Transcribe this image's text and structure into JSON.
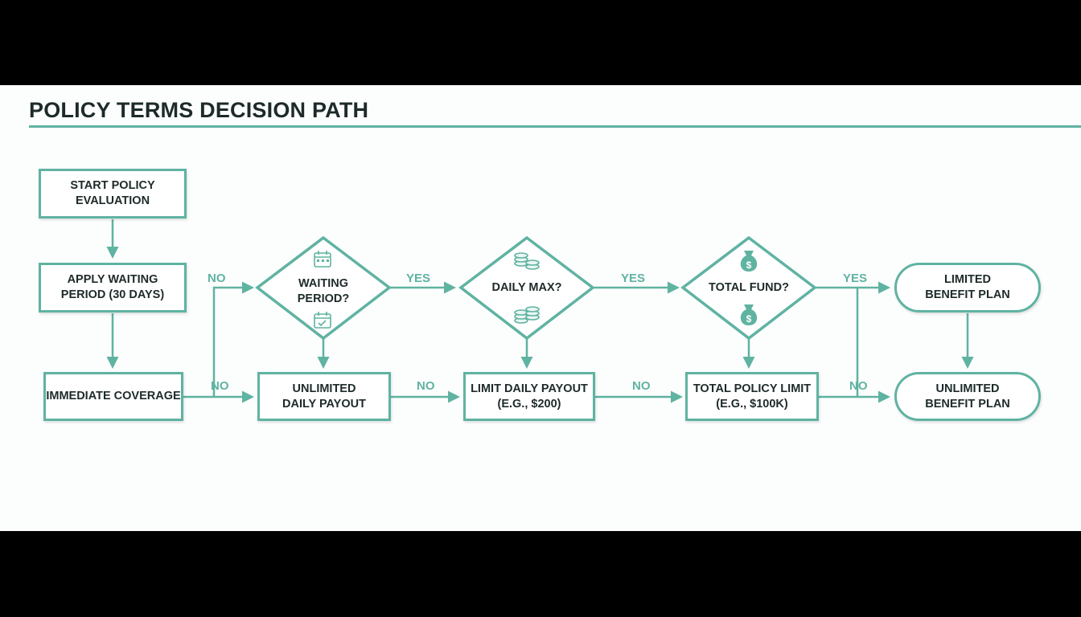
{
  "title": "POLICY TERMS DECISION PATH",
  "colors": {
    "accent": "#5fb3a1",
    "text": "#1e2a2a",
    "background": "#fcfdfd"
  },
  "nodes": {
    "start": "START POLICY\nEVALUATION",
    "waiting_apply": "APPLY WAITING\nPERIOD (30 DAYS)",
    "immediate": "IMMEDIATE COVERAGE",
    "waiting_q": "WAITING\nPERIOD?",
    "unlimited_daily": "UNLIMITED\nDAILY PAYOUT",
    "daily_q": "DAILY MAX?",
    "limit_daily": "LIMIT DAILY PAYOUT\n(E.G., $200)",
    "fund_q": "TOTAL FUND?",
    "total_limit": "TOTAL POLICY LIMIT\n(E.G., $100K)",
    "limited_plan": "LIMITED\nBENEFIT PLAN",
    "unlimited_plan": "UNLIMITED\nBENEFIT PLAN"
  },
  "edge_labels": {
    "no_to_waiting": "NO",
    "no_from_immediate": "NO",
    "yes_waiting_daily": "YES",
    "no_unlimited_limit": "NO",
    "yes_daily_fund": "YES",
    "no_limit_total": "NO",
    "yes_fund_limited": "YES",
    "no_total_unlimited": "NO"
  },
  "icons": [
    "calendar-icon",
    "award-ribbon-icon",
    "coin-stack-icon",
    "money-bag-icon"
  ]
}
